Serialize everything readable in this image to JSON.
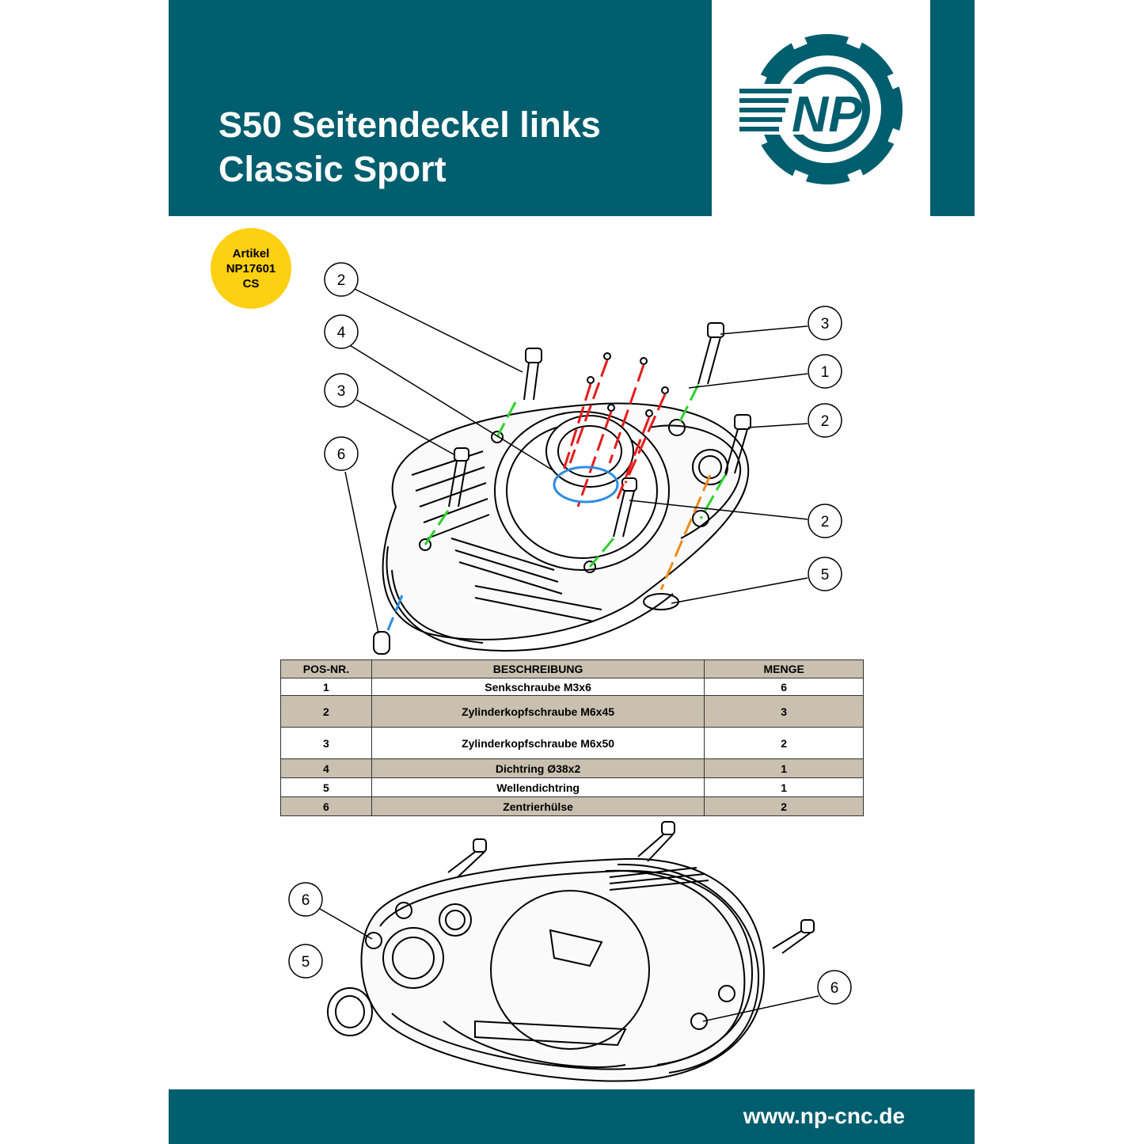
{
  "header": {
    "title_line1": "S50 Seitendeckel links",
    "title_line2": "Classic Sport",
    "logo_text": "NP"
  },
  "badge": {
    "line1": "Artikel",
    "line2": "NP17601",
    "line3": "CS"
  },
  "exploded_view": {
    "callouts": [
      "2",
      "4",
      "3",
      "6",
      "3",
      "1",
      "2",
      "2",
      "5"
    ]
  },
  "assembled_view": {
    "callouts": [
      "6",
      "5",
      "6"
    ]
  },
  "parts_table": {
    "headers": [
      "POS-NR.",
      "BESCHREIBUNG",
      "MENGE"
    ],
    "rows": [
      {
        "pos": "1",
        "desc": "Senkschraube M3x6",
        "qty": "6"
      },
      {
        "pos": "2",
        "desc": "Zylinderkopfschraube M6x45",
        "qty": "3"
      },
      {
        "pos": "3",
        "desc": "Zylinderkopfschraube M6x50",
        "qty": "2"
      },
      {
        "pos": "4",
        "desc": "Dichtring Ø38x2",
        "qty": "1"
      },
      {
        "pos": "5",
        "desc": "Wellendichtring",
        "qty": "1"
      },
      {
        "pos": "6",
        "desc": "Zentrierhülse",
        "qty": "2"
      }
    ]
  },
  "footer": {
    "url": "www.np-cnc.de"
  },
  "colors": {
    "brand_teal": "#005e6e",
    "badge_yellow": "#fdd012",
    "table_shade": "#c9c0b0",
    "line_green": "#2fd12f",
    "line_red": "#e41c1c",
    "line_blue": "#2a8ee0",
    "line_orange": "#f08a1a"
  }
}
